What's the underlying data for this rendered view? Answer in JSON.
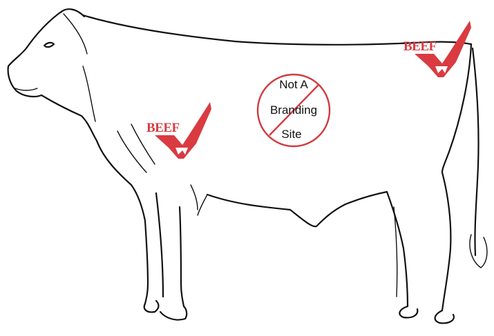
{
  "logos": [
    {
      "text": "BEEF"
    },
    {
      "text": "BEEF"
    }
  ],
  "sign": {
    "line1": "Not A",
    "line2": "Branding",
    "line3": "Site"
  },
  "colors": {
    "brand_red": "#d93b41",
    "sign_red": "#d13a3f",
    "outline": "#111111"
  }
}
